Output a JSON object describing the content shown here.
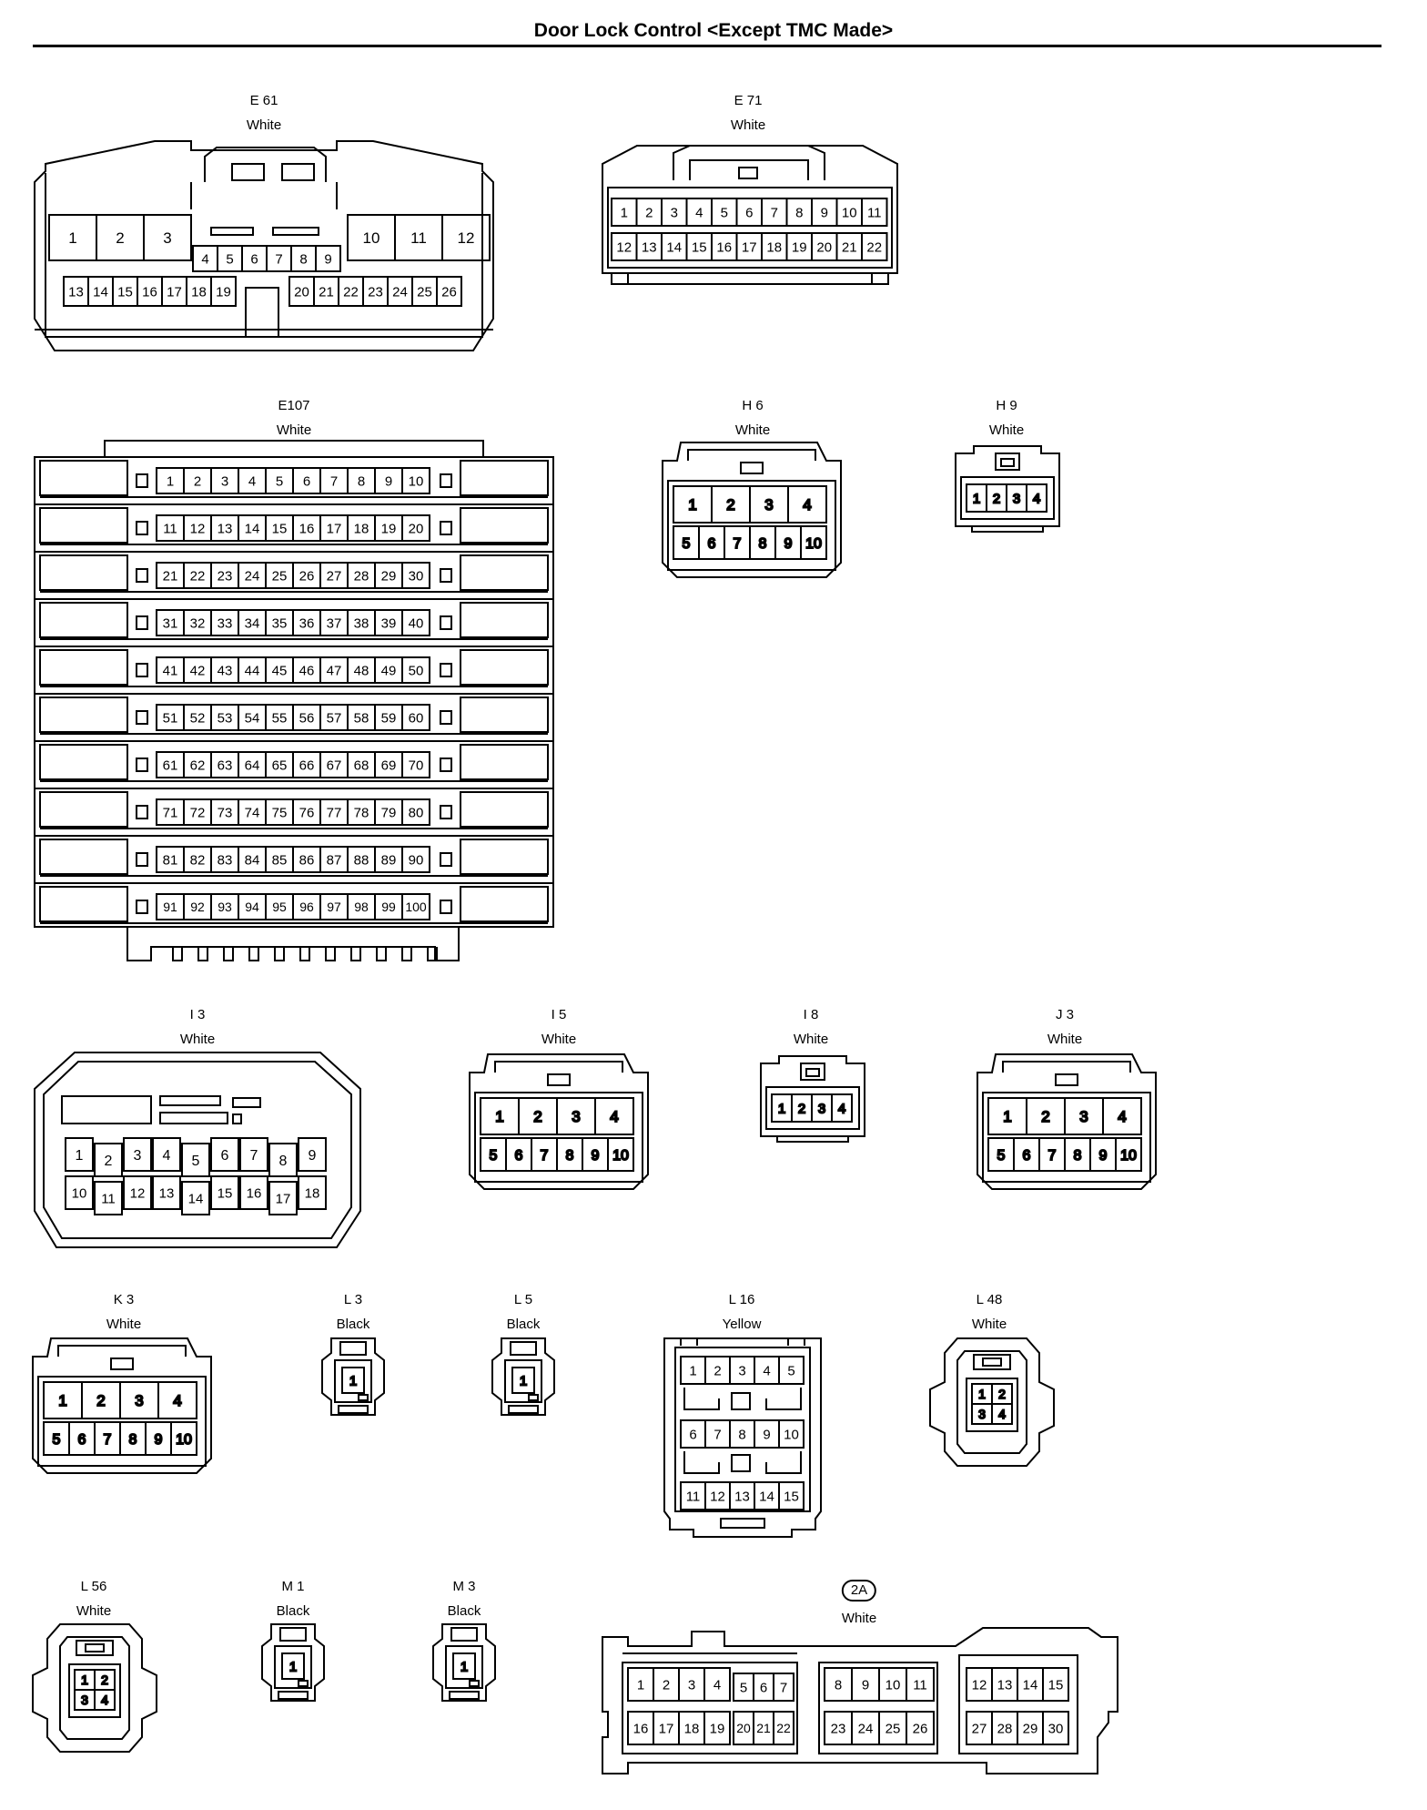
{
  "page_title": "Door Lock Control <Except TMC Made>",
  "connectors": [
    {
      "code": "E 61",
      "color": "White",
      "circled": false
    },
    {
      "code": "E 71",
      "color": "White",
      "circled": false
    },
    {
      "code": "E107",
      "color": "White",
      "circled": false
    },
    {
      "code": "H 6",
      "color": "White",
      "circled": false
    },
    {
      "code": "H 9",
      "color": "White",
      "circled": false
    },
    {
      "code": "I 3",
      "color": "White",
      "circled": false
    },
    {
      "code": "I 5",
      "color": "White",
      "circled": false
    },
    {
      "code": "I 8",
      "color": "White",
      "circled": false
    },
    {
      "code": "J 3",
      "color": "White",
      "circled": false
    },
    {
      "code": "K 3",
      "color": "White",
      "circled": false
    },
    {
      "code": "L 3",
      "color": "Black",
      "circled": false
    },
    {
      "code": "L 5",
      "color": "Black",
      "circled": false
    },
    {
      "code": "L 16",
      "color": "Yellow",
      "circled": false
    },
    {
      "code": "L 48",
      "color": "White",
      "circled": false
    },
    {
      "code": "L 56",
      "color": "White",
      "circled": false
    },
    {
      "code": "M 1",
      "color": "Black",
      "circled": false
    },
    {
      "code": "M 3",
      "color": "Black",
      "circled": false
    },
    {
      "code": "2A",
      "color": "White",
      "circled": true
    }
  ]
}
